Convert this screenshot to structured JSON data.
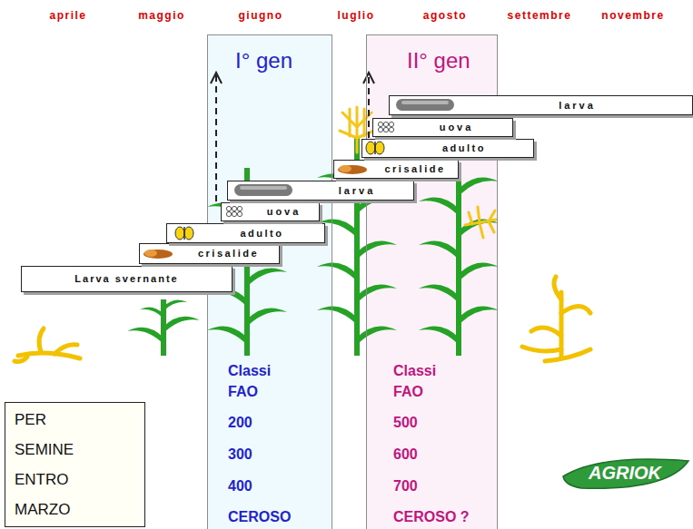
{
  "diagram": {
    "nodes": [
      {
        "text": [
          "I° gen",
          "Classi FAO",
          "200",
          "300",
          "400",
          "CEROSO"
        ]
      },
      {
        "text": [
          "II° gen",
          "Classi FAO",
          "500",
          "600",
          "700",
          "CEROSO ?"
        ]
      },
      {
        "text": [
          "Larva svernante"
        ]
      },
      {
        "text": [
          "crisalide"
        ]
      },
      {
        "text": [
          "adulto"
        ]
      },
      {
        "text": [
          "uova"
        ]
      },
      {
        "text": [
          "larva"
        ]
      },
      {
        "text": [
          "crisalide"
        ]
      },
      {
        "text": [
          "adulto"
        ]
      },
      {
        "text": [
          "uova"
        ]
      },
      {
        "text": [
          "larva"
        ]
      },
      {
        "text": [
          "PER SEMINE ENTRO MARZO"
        ]
      }
    ],
    "labels": [
      "aprile",
      "maggio",
      "giugno",
      "luglio",
      "agosto",
      "settembre",
      "novembre",
      "AGRIOK"
    ]
  }
}
